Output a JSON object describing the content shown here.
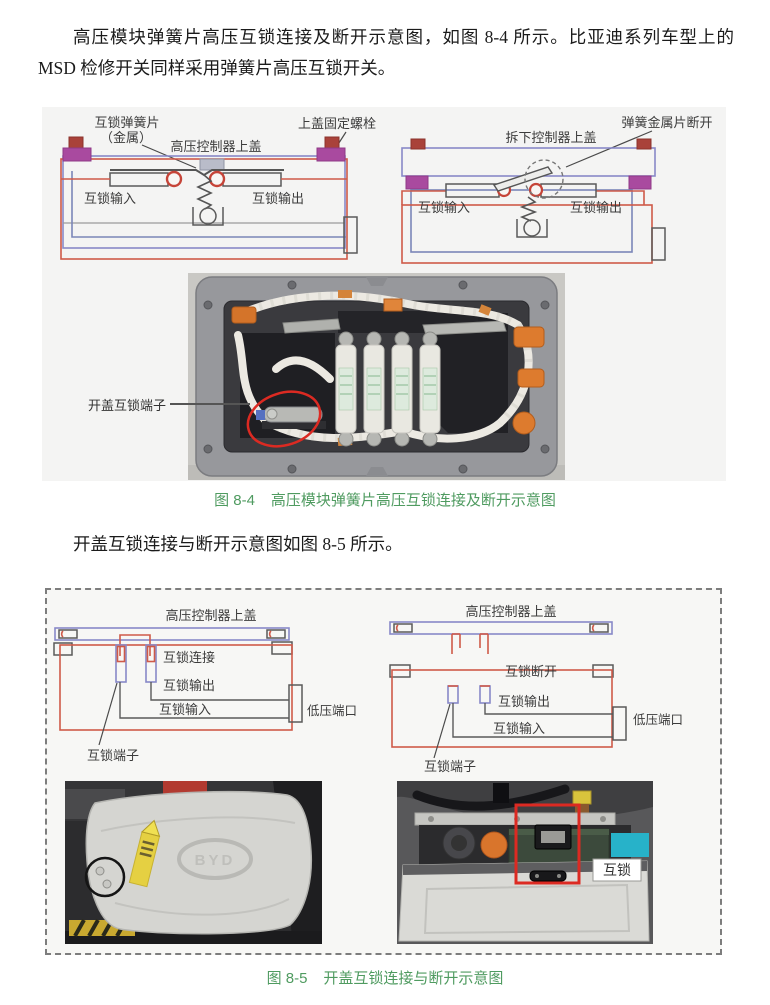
{
  "page": {
    "paragraph1": "高压模块弹簧片高压互锁连接及断开示意图，如图 8-4 所示。比亚迪系列车型上的 MSD 检修开关同样采用弹簧片高压互锁开关。",
    "paragraph2": "开盖互锁连接与断开示意图如图 8-5 所示。"
  },
  "figure84": {
    "caption_label": "图 8-4",
    "caption_text": "高压模块弹簧片高压互锁连接及断开示意图",
    "connected": {
      "spring_plate_line1": "互锁弹簧片",
      "spring_plate_line2": "（金属）",
      "cover_bolt": "上盖固定螺栓",
      "cover": "高压控制器上盖",
      "input": "互锁输入",
      "output": "互锁输出"
    },
    "disconnected": {
      "removed_cover": "拆下控制器上盖",
      "spring_open": "弹簧金属片断开",
      "input": "互锁输入",
      "output": "互锁输出"
    },
    "photo_label": "开盖互锁端子"
  },
  "figure85": {
    "caption_label": "图 8-5",
    "caption_text": "开盖互锁连接与断开示意图",
    "connected": {
      "cover": "高压控制器上盖",
      "link": "互锁连接",
      "output": "互锁输出",
      "input": "互锁输入",
      "lv_port": "低压端口",
      "terminal": "互锁端子"
    },
    "disconnected": {
      "cover": "高压控制器上盖",
      "open": "互锁断开",
      "output": "互锁输出",
      "input": "互锁输入",
      "lv_port": "低压端口",
      "terminal": "互锁端子"
    },
    "photo_right_label": "互锁",
    "photo_left_logo": "BYD"
  },
  "colors": {
    "caption_green": "#4f9b60",
    "circuit_red": "#cf5a49",
    "circuit_blue": "#7b86b8",
    "cover_purple": "#8889c8",
    "bolt_magenta": "#a94a9f",
    "bolt_cap_red": "#a9423a",
    "annotation_red": "#dc2a22",
    "panel_gray": "#f4f4f3"
  }
}
